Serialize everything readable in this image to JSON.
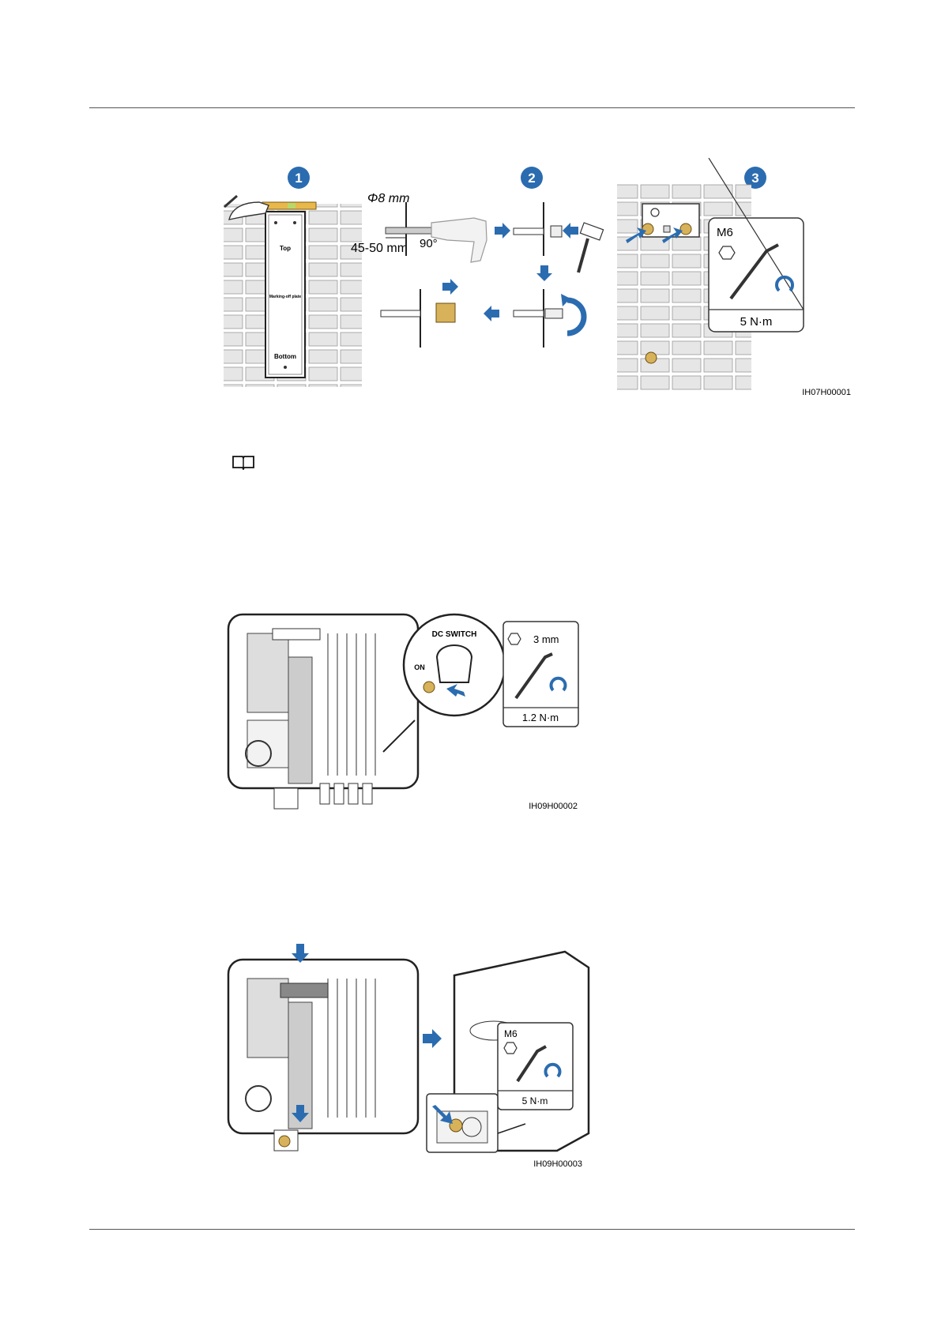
{
  "figure1": {
    "steps": [
      "1",
      "2",
      "3"
    ],
    "plate_top": "Top",
    "plate_middle": "Marking-off plate",
    "plate_bottom": "Bottom",
    "drill_diameter": "Φ8 mm",
    "drill_depth": "45-50 mm",
    "drill_angle": "90°",
    "bolt_size": "M6",
    "torque": "5 N·m",
    "figure_id": "IH07H00001"
  },
  "figure2": {
    "switch_label": "DC SWITCH",
    "switch_state": "ON",
    "hex_size": "3 mm",
    "torque": "1.2 N·m",
    "figure_id": "IH09H00002"
  },
  "figure3": {
    "bolt_size": "M6",
    "torque": "5 N·m",
    "figure_id": "IH09H00003"
  },
  "colors": {
    "accent": "#2b6cb0",
    "brass": "#c8a24a",
    "rule": "#555555"
  }
}
